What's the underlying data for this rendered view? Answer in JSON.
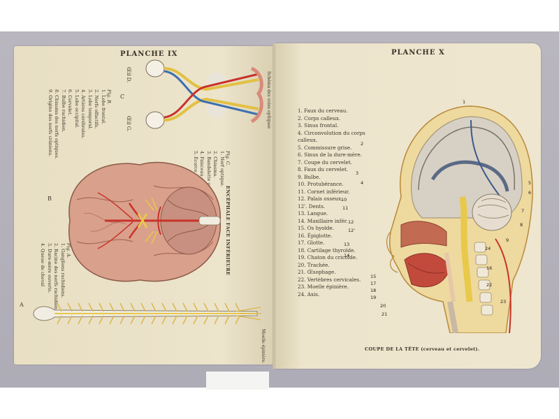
{
  "left_page": {
    "plate_title": "PLANCHE IX",
    "fig_a": {
      "label": "Fig. A.",
      "items": [
        "1. Ganglions rachidiens.",
        "2. Racine des nerfs rachidiens.",
        "3. Dure-mère ouverte.",
        "4. Queue de cheval"
      ]
    },
    "fig_b": {
      "label": "Fig. B.",
      "items": [
        "1. Lobe frontal.",
        "2. Nerfs olfactifs.",
        "3. Lobe temporal.",
        "4. Artères cérébrales.",
        "5. Lobe occipital.",
        "6. Cervelet.",
        "7. Bulbe rachidien.",
        "8. Chiasma des nerfs optiques.",
        "9. Origine des nerfs crâniens."
      ]
    },
    "fig_c": {
      "label": "Fig. C.",
      "items": [
        "1. Nerf optique.",
        "2. Chiasma.",
        "3. Bandelette optique.",
        "4. Faisceau optique.",
        "5. Écorce cérébrale."
      ]
    },
    "brain_caption": "ENCÉPHALE FACE INFÉRIEURE",
    "schema_caption": "Schéma des voies optiques",
    "spine_caption": "Moelle épinière.",
    "letters": {
      "a": "A",
      "b": "B",
      "c": "C"
    },
    "eye_left": "Œil G.",
    "eye_right": "Œil D."
  },
  "right_page": {
    "plate_title": "PLANCHE X",
    "legend": [
      "1. Faux du cerveau.",
      "2. Corps calleux.",
      "3. Sinus frontal.",
      "4. Circonvolution du corps calleux.",
      "5. Commissure grise.",
      "6. Sinus de la dure-mère.",
      "7. Coupe du cervelet.",
      "8. Faux du cervelet.",
      "9. Bulbe.",
      "10. Protubérance.",
      "11. Cornet inférieur.",
      "12. Palais osseux.",
      "12'. Dents.",
      "13. Langue.",
      "14. Maxillaire infér.",
      "15. Os hyoïde.",
      "16. Épiglotte.",
      "17. Glotte.",
      "18. Cartilage thyroïde.",
      "19. Chaton du cricoïde.",
      "20. Trachée.",
      "21. Œsophage.",
      "22. Vertèbres cervicales.",
      "23. Moelle épinière.",
      "24. Axis."
    ],
    "caption": "COUPE DE LA TÊTE (cerveau et cervelet)."
  },
  "colors": {
    "paper": "#ece4cb",
    "brain_pink": "#d9a08c",
    "artery_red": "#c8322a",
    "nerve_yellow": "#e8c94a",
    "optic_blue": "#3b6fb0"
  }
}
